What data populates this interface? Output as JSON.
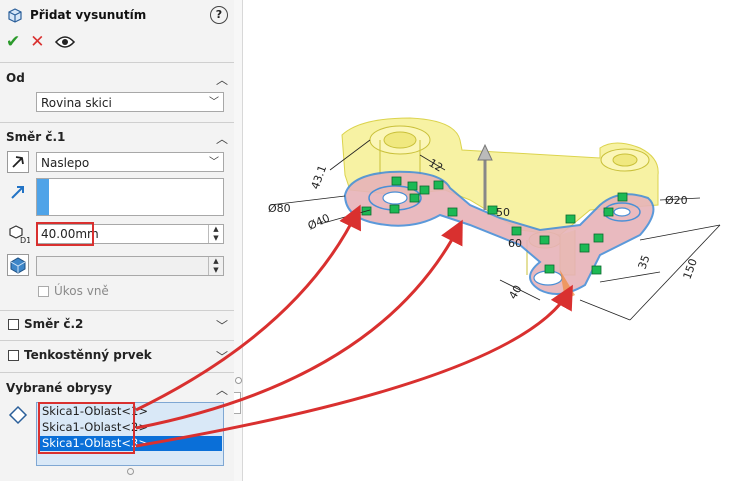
{
  "header": {
    "title": "Přidat vysunutím",
    "help_label": "?"
  },
  "actions": {
    "ok": "✔",
    "cancel": "✕",
    "preview": "👁"
  },
  "from": {
    "section_title": "Od",
    "value": "Rovina skici"
  },
  "direction1": {
    "section_title": "Směr č.1",
    "end_condition": "Naslepo",
    "depth_value": "40.00mm",
    "depth_icon_label": "D1",
    "draft_label": "Úkos vně"
  },
  "direction2": {
    "section_title": "Směr č.2"
  },
  "thin": {
    "section_title": "Tenkostěnný prvek"
  },
  "contours": {
    "section_title": "Vybrané obrysy",
    "items": [
      "Skica1-Oblast<1>",
      "Skica1-Oblast<2>",
      "Skica1-Oblast<3>"
    ]
  },
  "dimensions": [
    "Ø80",
    "Ø40",
    "Ø20",
    "43.1",
    "12",
    "50",
    "35",
    "150",
    "40",
    "60"
  ],
  "colors": {
    "accent": "#0a6fd8",
    "highlight": "#d9302f",
    "part_yellow": "#f7f19a",
    "sketch_pink": "#e7b3b9",
    "relation_green": "#1db954"
  }
}
